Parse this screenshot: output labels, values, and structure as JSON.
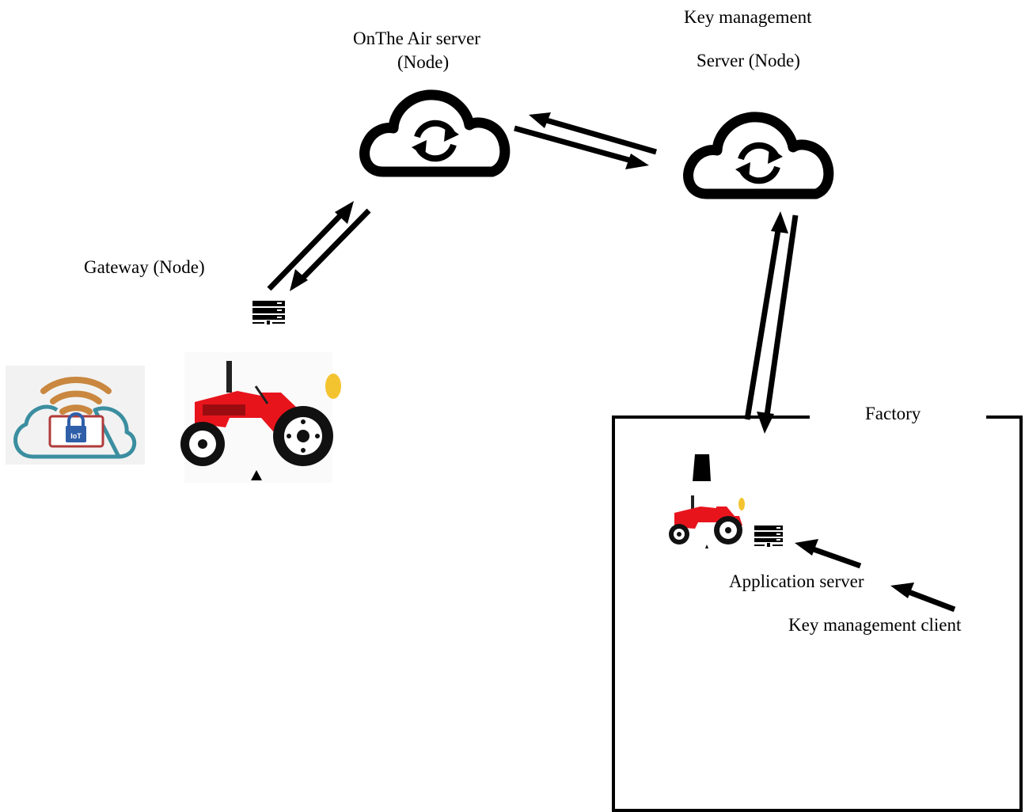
{
  "labels": {
    "ota_server_line1": "OnThe Air server",
    "ota_server_line2": "(Node)",
    "key_mgmt_line1": "Key management",
    "key_mgmt_line2": "Server (Node)",
    "gateway": "Gateway (Node)",
    "factory": "Factory",
    "application_server": "Application server",
    "key_mgmt_client": "Key management client"
  },
  "icons": {
    "ota_cloud": "cloud-sync-icon",
    "key_cloud": "cloud-sync-icon",
    "gateway_server": "server-rack-icon",
    "iot_cloud": "iot-cloud-lock-icon",
    "tractor": "tractor-icon",
    "factory_tractor": "tractor-icon",
    "factory_server": "server-rack-icon",
    "factory_block": "black-block-icon"
  },
  "iot_badge": "IoT",
  "colors": {
    "line": "#000000",
    "tractor_red": "#e8141c",
    "wifi_orange": "#c9873f",
    "cloud_teal": "#3b8ea0",
    "lock_blue": "#2f5fa8",
    "badge_red": "#b03a3a"
  }
}
